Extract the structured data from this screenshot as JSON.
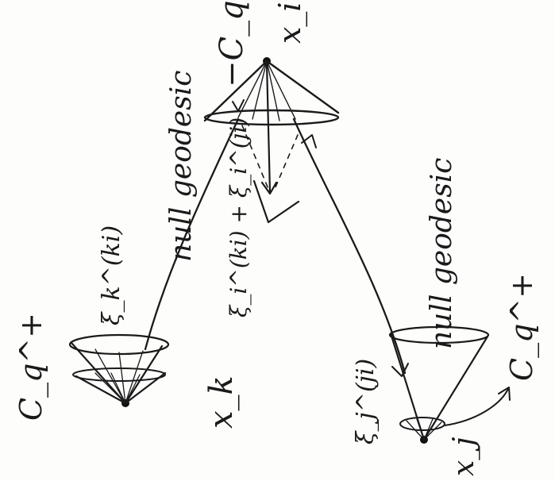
{
  "labels": {
    "cone_top_right": "−C_q^+",
    "vertex_top": "x_i",
    "cone_left": "C_q^+",
    "cone_right": "C_q^+",
    "vertex_left": "x_k",
    "vertex_right": "x_j",
    "geodesic_left": "null geodesic",
    "geodesic_right": "null geodesic",
    "xi_k": "ξ_k^(ki)",
    "xi_j": "ξ_j^(ji)",
    "xi_sum": "ξ_i^(ki) + ξ_i^(ji)"
  }
}
